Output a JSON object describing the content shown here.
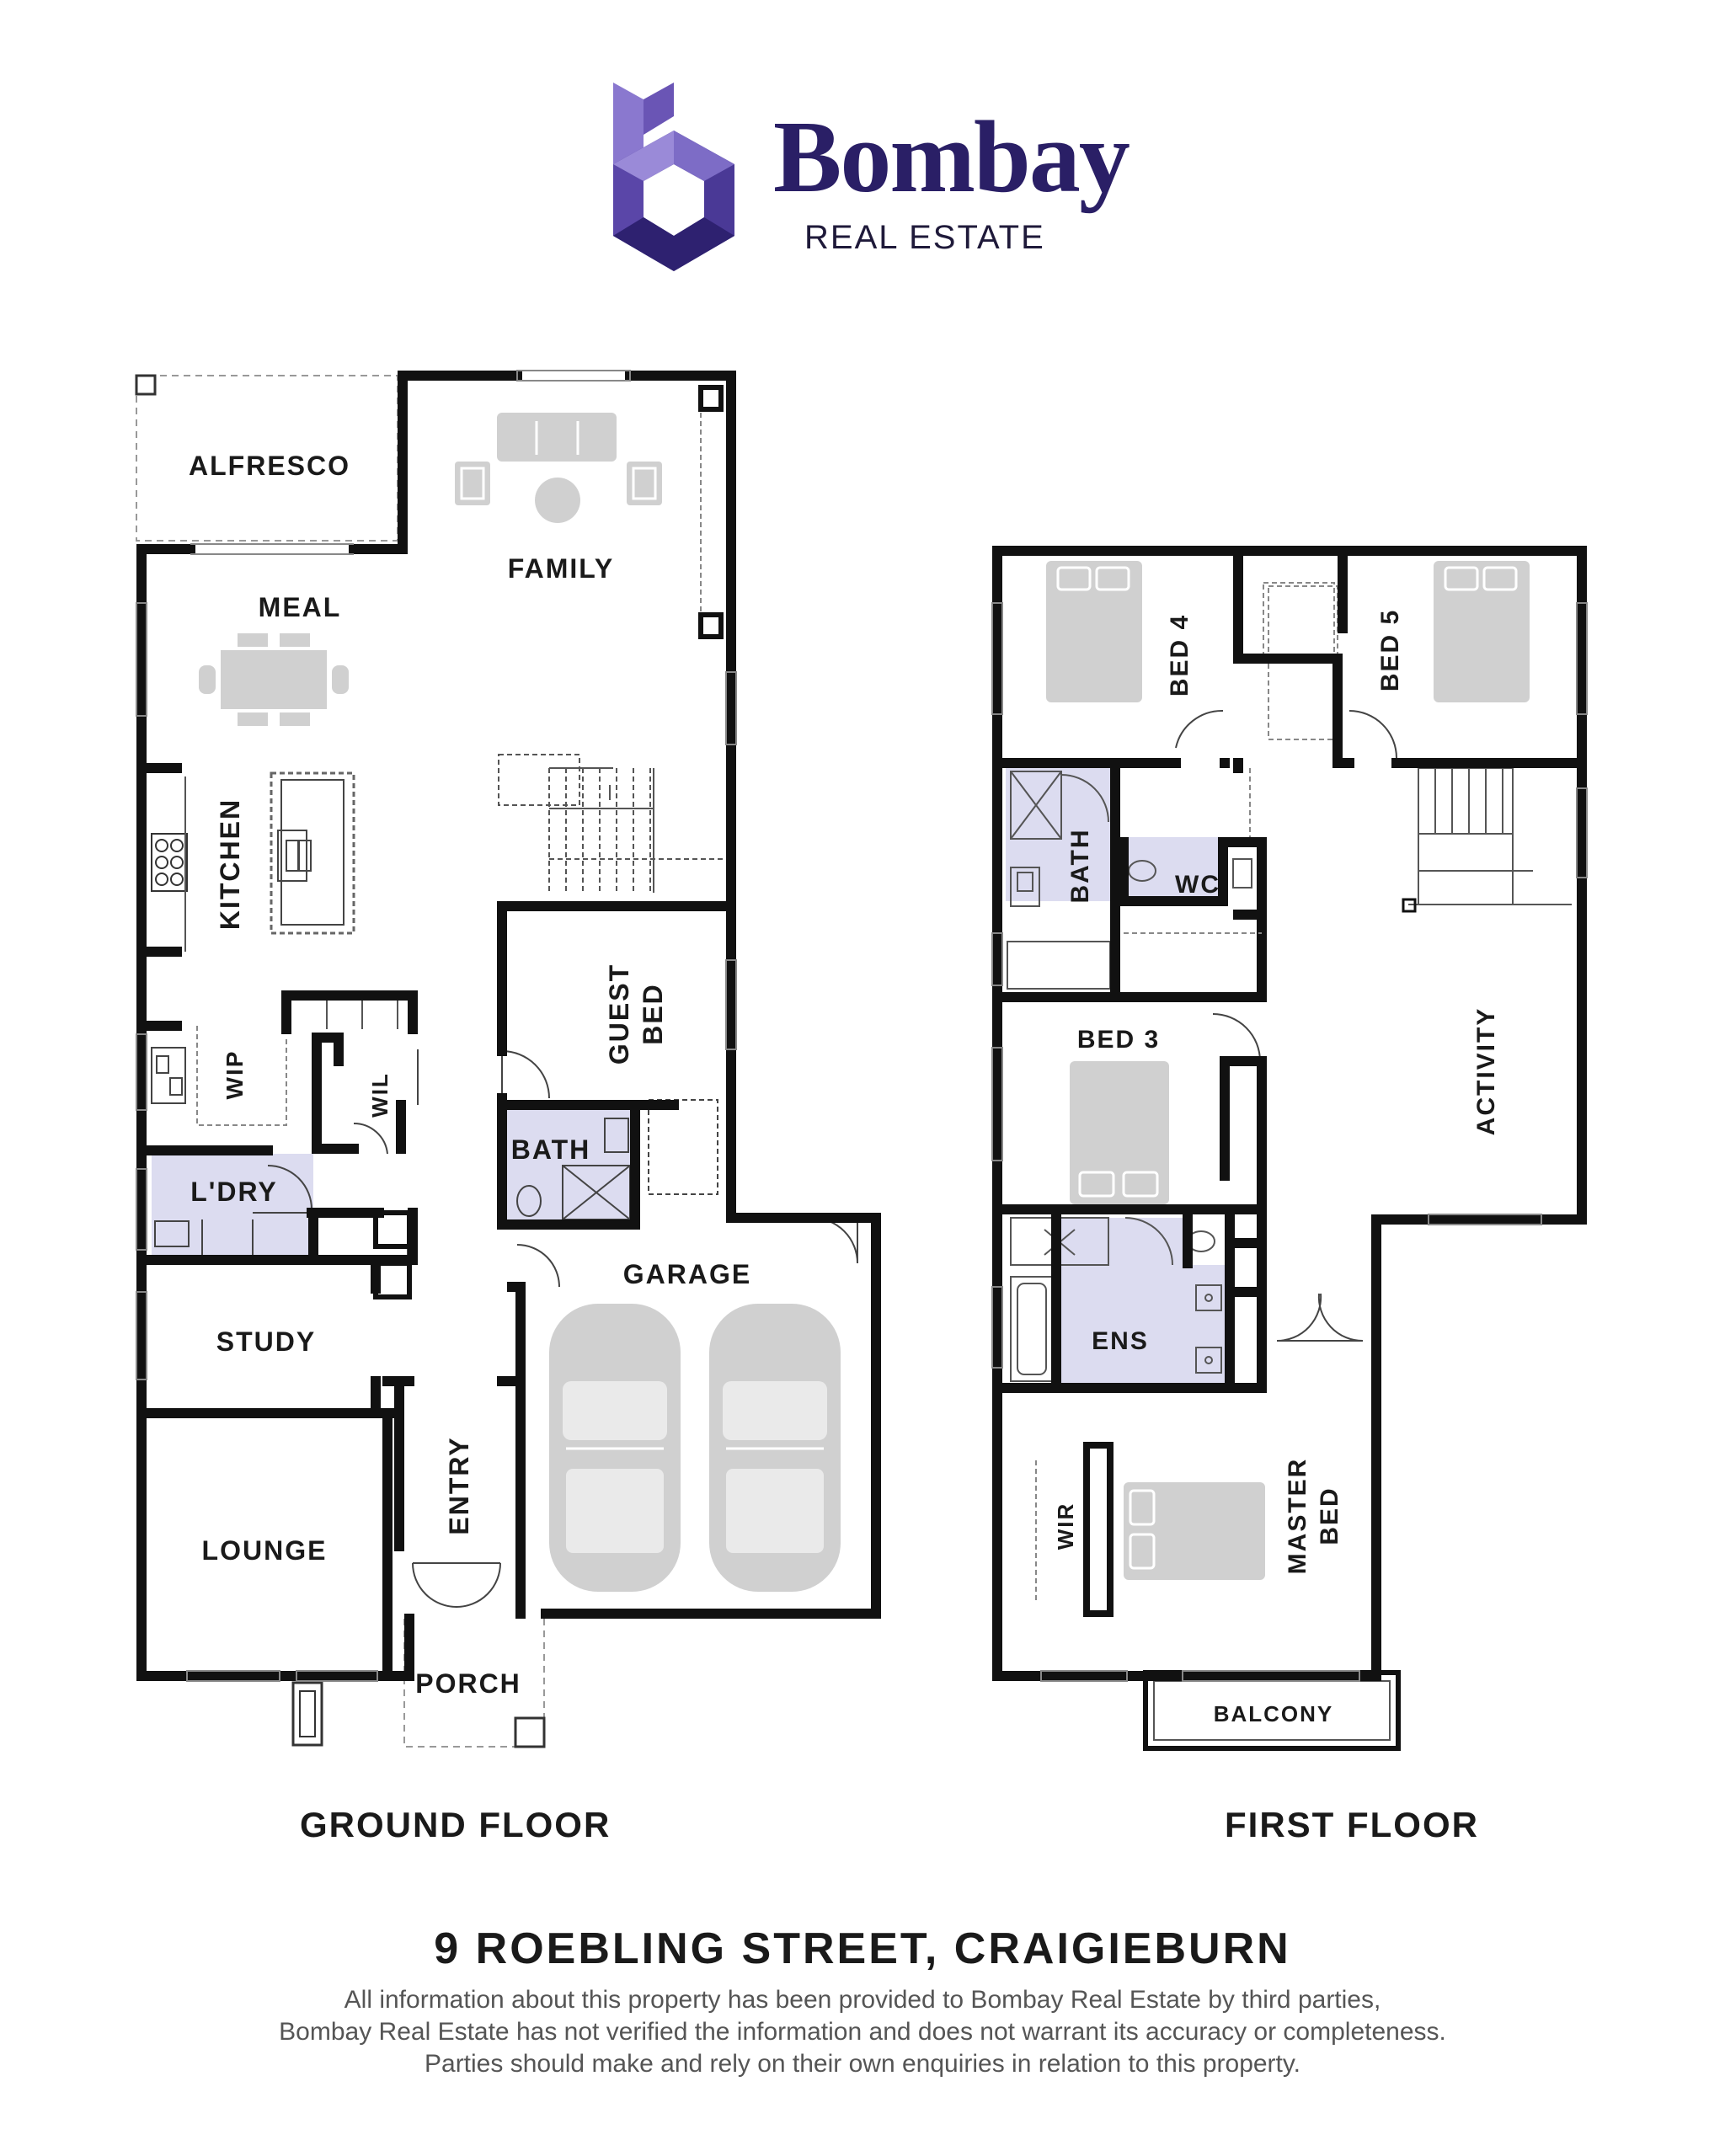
{
  "brand": {
    "name": "Bombay",
    "subtitle": "REAL ESTATE",
    "colors": {
      "logo_dark": "#3b2b85",
      "logo_mid": "#6a55b5",
      "logo_light": "#9a8ad8",
      "text": "#2a1f66"
    }
  },
  "colors": {
    "wall": "#111111",
    "wet_area": "#dcdcf0",
    "furniture": "#d0d0d0",
    "window_line": "#888888",
    "dashed": "#999999"
  },
  "ground_floor": {
    "label": "GROUND FLOOR",
    "rooms": {
      "alfresco": "ALFRESCO",
      "family": "FAMILY",
      "meal": "MEAL",
      "kitchen": "KITCHEN",
      "wip": "WIP",
      "wil": "WIL",
      "guest_bed": [
        "GUEST",
        "BED"
      ],
      "bath": "BATH",
      "laundry": "L'DRY",
      "garage": "GARAGE",
      "study": "STUDY",
      "entry": "ENTRY",
      "lounge": "LOUNGE",
      "porch": "PORCH"
    }
  },
  "first_floor": {
    "label": "FIRST FLOOR",
    "rooms": {
      "bed4": "BED 4",
      "bed5": "BED 5",
      "bath": "BATH",
      "wc": "WC",
      "bed3": "BED 3",
      "activity": "ACTIVITY",
      "ens": "ENS",
      "wir": "WIR",
      "master_bed": [
        "MASTER",
        "BED"
      ],
      "balcony": "BALCONY"
    }
  },
  "address": "9 ROEBLING STREET, CRAIGIEBURN",
  "disclaimer": [
    "All information about this property has been provided to Bombay Real Estate by third parties,",
    "Bombay Real Estate has not verified the information and does not warrant its accuracy or completeness.",
    "Parties should make and rely on their own enquiries in relation to this property."
  ]
}
